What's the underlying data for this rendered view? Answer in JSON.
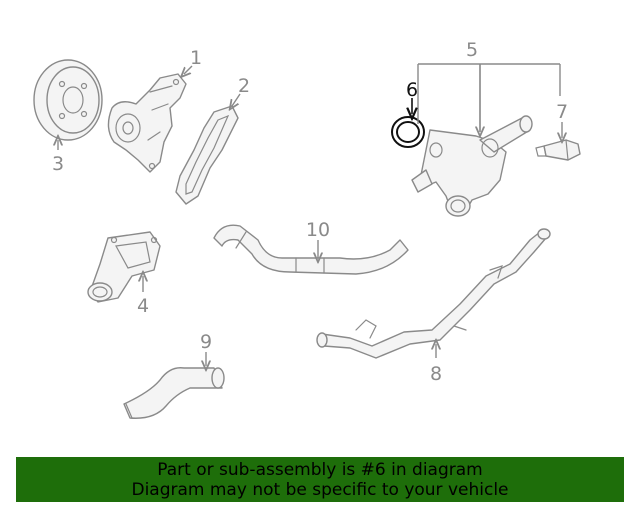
{
  "diagram": {
    "callouts": {
      "c1": "1",
      "c2": "2",
      "c3": "3",
      "c4": "4",
      "c5": "5",
      "c6": "6",
      "c7": "7",
      "c8": "8",
      "c9": "9",
      "c10": "10"
    },
    "highlighted_part": "6",
    "colors": {
      "part_line": "#8a8a8a",
      "highlight": "#111111",
      "banner": "#1e6e0a"
    }
  },
  "banner": {
    "line1": "Part or sub-assembly is #6 in diagram",
    "line2": "Diagram may not be specific to your vehicle"
  }
}
